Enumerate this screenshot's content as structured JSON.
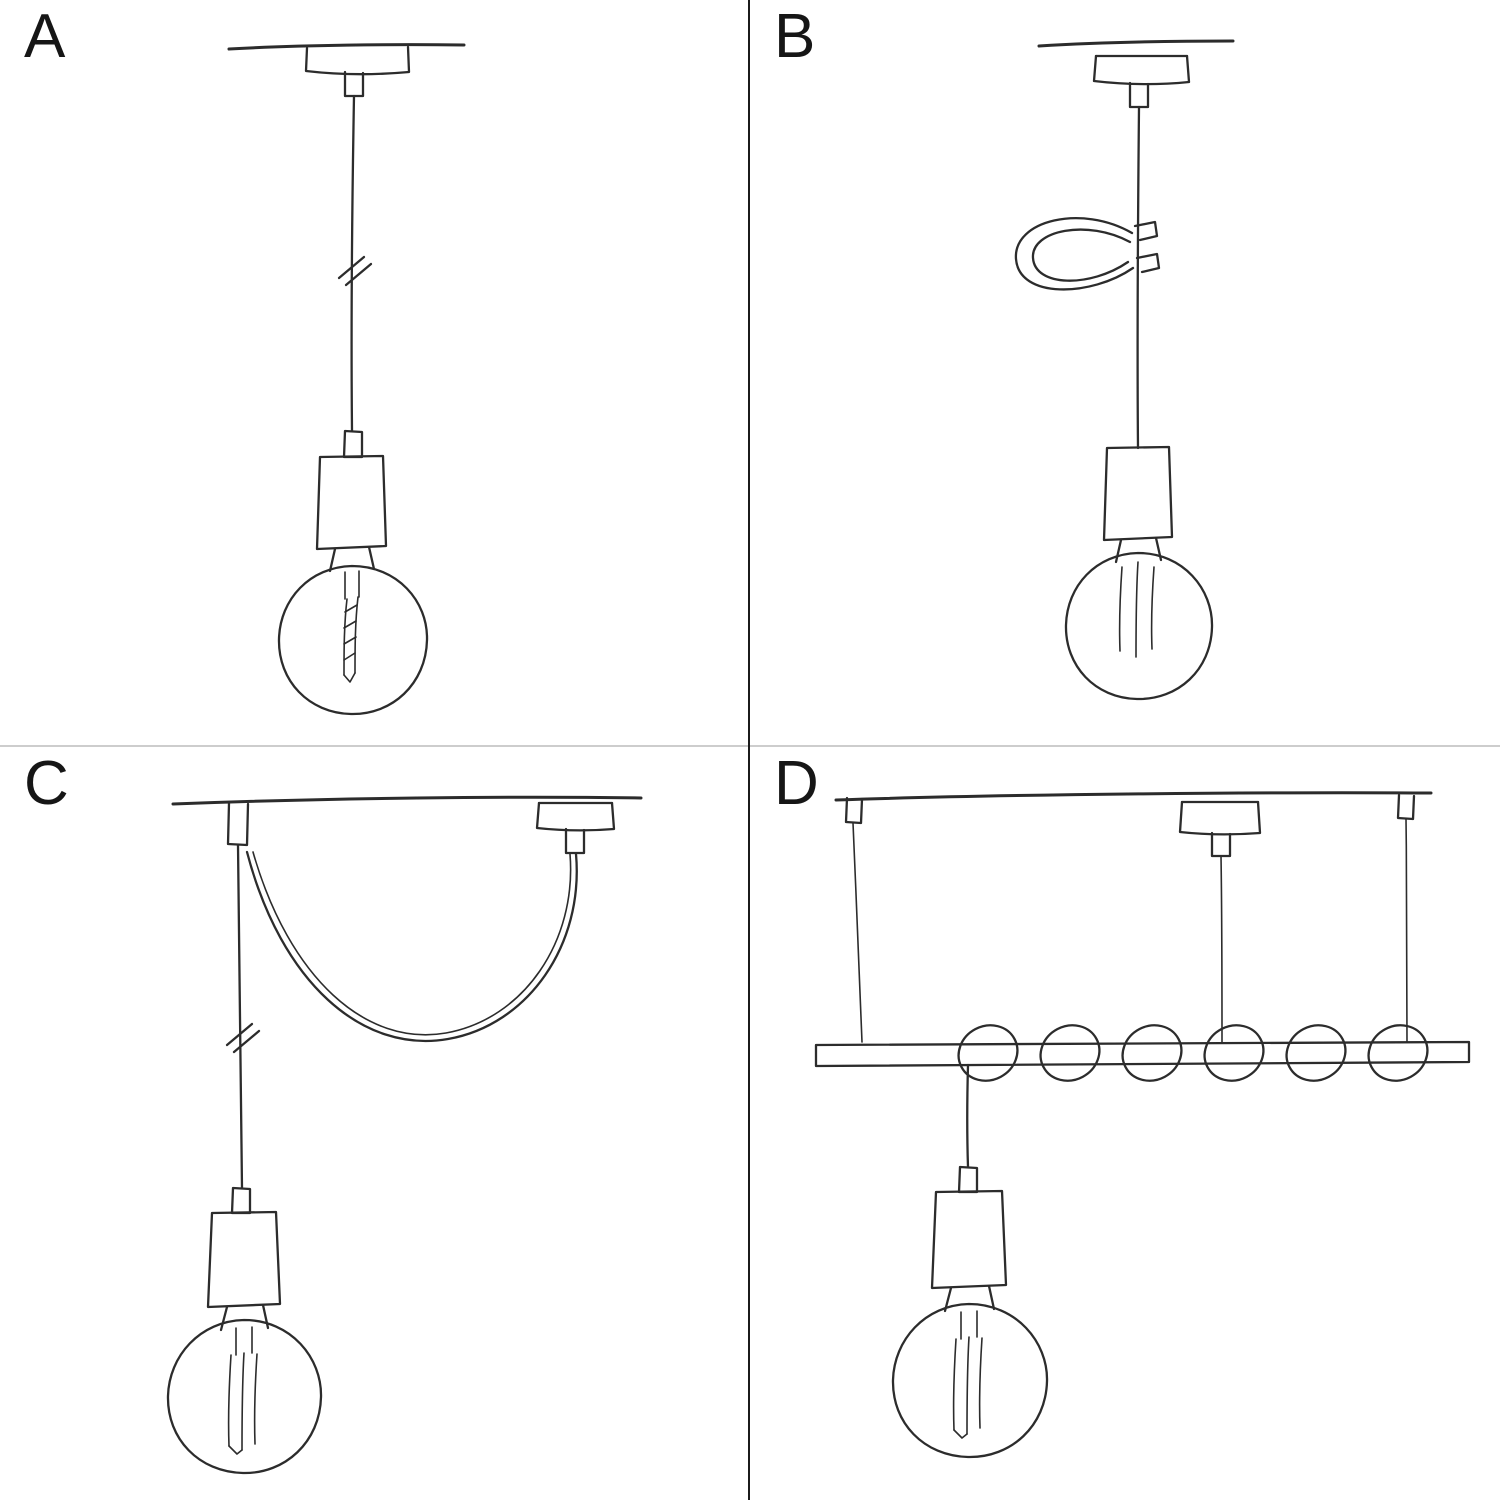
{
  "canvas": {
    "background": "#ffffff",
    "ink_color": "#2c2c2c",
    "divider_vertical_color": "#1b1b1b",
    "divider_horizontal_color": "#cdcdcd"
  },
  "panels": [
    {
      "label": "A",
      "drawing": "pendant lamp hanging straight from ceiling rose, cable with shortening cut mark, lamp holder and globe filament bulb"
    },
    {
      "label": "B",
      "drawing": "pendant lamp from ceiling rose with decorative cable clip loop on the cable, lamp holder and globe filament bulb"
    },
    {
      "label": "C",
      "drawing": "swag pendant: cable draped from ceiling rose to a ceiling hook, then dropping with cut mark to lamp holder and globe bulb"
    },
    {
      "label": "D",
      "drawing": "pendant cable coiled around a wooden bar suspended by two wires from ceiling hooks, center ceiling rose, lamp holder and globe bulb"
    }
  ]
}
